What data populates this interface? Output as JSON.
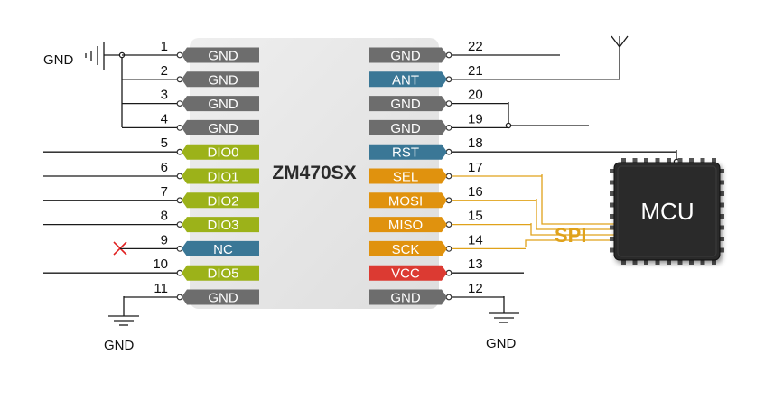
{
  "chip": {
    "name": "ZM470SX"
  },
  "mcu": {
    "label": "MCU"
  },
  "bus": {
    "label": "SPI"
  },
  "ground_labels": {
    "top_left": "GND",
    "bottom_left": "GND",
    "bottom_right": "GND"
  },
  "colors": {
    "GND": "#6d6d6d",
    "DIO": "#9cb219",
    "NC": "#3a7796",
    "ANT": "#3a7796",
    "RST": "#3a7796",
    "SPI": "#e0920e",
    "VCC": "#dc3a32",
    "mcu_body": "#2a2a2a",
    "spi_text": "#e0a21a",
    "no_connect": "#e02020"
  },
  "left_pins": [
    {
      "num": "1",
      "label": "GND",
      "kind": "GND"
    },
    {
      "num": "2",
      "label": "GND",
      "kind": "GND"
    },
    {
      "num": "3",
      "label": "GND",
      "kind": "GND"
    },
    {
      "num": "4",
      "label": "GND",
      "kind": "GND"
    },
    {
      "num": "5",
      "label": "DIO0",
      "kind": "DIO"
    },
    {
      "num": "6",
      "label": "DIO1",
      "kind": "DIO"
    },
    {
      "num": "7",
      "label": "DIO2",
      "kind": "DIO"
    },
    {
      "num": "8",
      "label": "DIO3",
      "kind": "DIO"
    },
    {
      "num": "9",
      "label": "NC",
      "kind": "NC"
    },
    {
      "num": "10",
      "label": "DIO5",
      "kind": "DIO"
    },
    {
      "num": "11",
      "label": "GND",
      "kind": "GND"
    }
  ],
  "right_pins": [
    {
      "num": "22",
      "label": "GND",
      "kind": "GND"
    },
    {
      "num": "21",
      "label": "ANT",
      "kind": "ANT"
    },
    {
      "num": "20",
      "label": "GND",
      "kind": "GND"
    },
    {
      "num": "19",
      "label": "GND",
      "kind": "GND"
    },
    {
      "num": "18",
      "label": "RST",
      "kind": "RST"
    },
    {
      "num": "17",
      "label": "SEL",
      "kind": "SPI"
    },
    {
      "num": "16",
      "label": "MOSI",
      "kind": "SPI"
    },
    {
      "num": "15",
      "label": "MISO",
      "kind": "SPI"
    },
    {
      "num": "14",
      "label": "SCK",
      "kind": "SPI"
    },
    {
      "num": "13",
      "label": "VCC",
      "kind": "VCC"
    },
    {
      "num": "12",
      "label": "GND",
      "kind": "GND"
    }
  ]
}
